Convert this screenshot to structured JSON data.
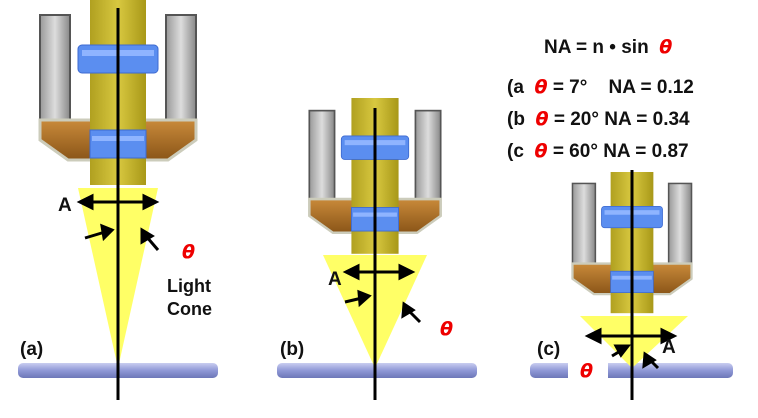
{
  "formula": {
    "left": "NA = n",
    "dot": "•",
    "sin": "sin",
    "theta": "θ"
  },
  "rows": [
    {
      "prefix": "(a",
      "theta": "θ",
      "angle": "= 7°",
      "na": "NA = 0.12"
    },
    {
      "prefix": "(b",
      "theta": "θ",
      "angle": "= 20°",
      "na": "NA = 0.34"
    },
    {
      "prefix": "(c",
      "theta": "θ",
      "angle": "= 60°",
      "na": "NA = 0.87"
    }
  ],
  "panels": [
    {
      "label": "(a)",
      "a": "A",
      "theta": "θ",
      "cone1": "Light",
      "cone2": "Cone"
    },
    {
      "label": "(b)",
      "a": "A",
      "theta": "θ"
    },
    {
      "label": "(c)",
      "a": "A",
      "theta": "θ"
    }
  ],
  "colors": {
    "cone": "#ffff66",
    "lens": "#5b8ef0",
    "slide": "#9aa3d8",
    "theta": "#ee0000"
  }
}
